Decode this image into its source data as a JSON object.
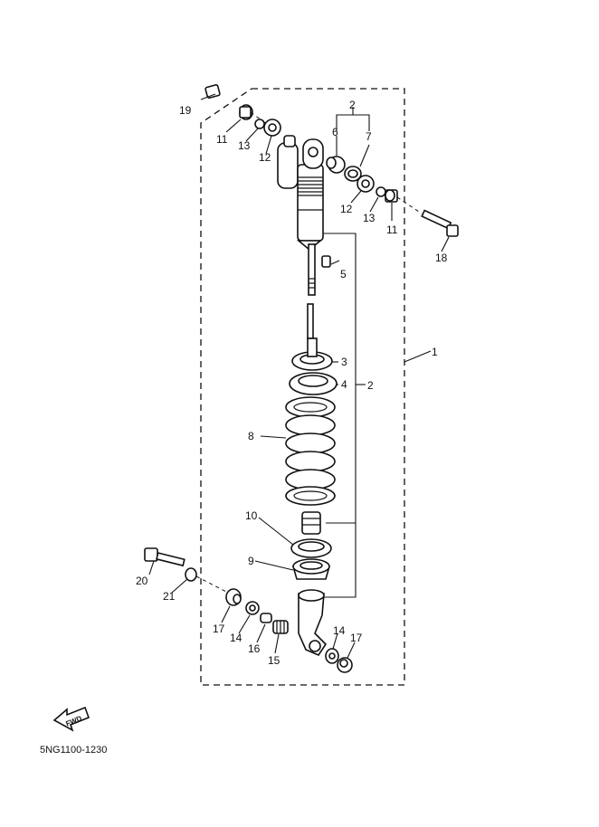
{
  "diagram": {
    "code": "5NG1100-1230",
    "fwd_label": "FWD",
    "labels": {
      "p1": "1",
      "p2_top": "2",
      "p2_side": "2",
      "p3": "3",
      "p4": "4",
      "p5": "5",
      "p6": "6",
      "p7": "7",
      "p8": "8",
      "p9": "9",
      "p10": "10",
      "p11_left": "11",
      "p11_right": "11",
      "p12_left": "12",
      "p12_right": "12",
      "p13_left": "13",
      "p13_right": "13",
      "p14_left": "14",
      "p14_right": "14",
      "p15": "15",
      "p16": "16",
      "p17_left": "17",
      "p17_right": "17",
      "p18": "18",
      "p19": "19",
      "p20": "20",
      "p21": "21"
    }
  }
}
